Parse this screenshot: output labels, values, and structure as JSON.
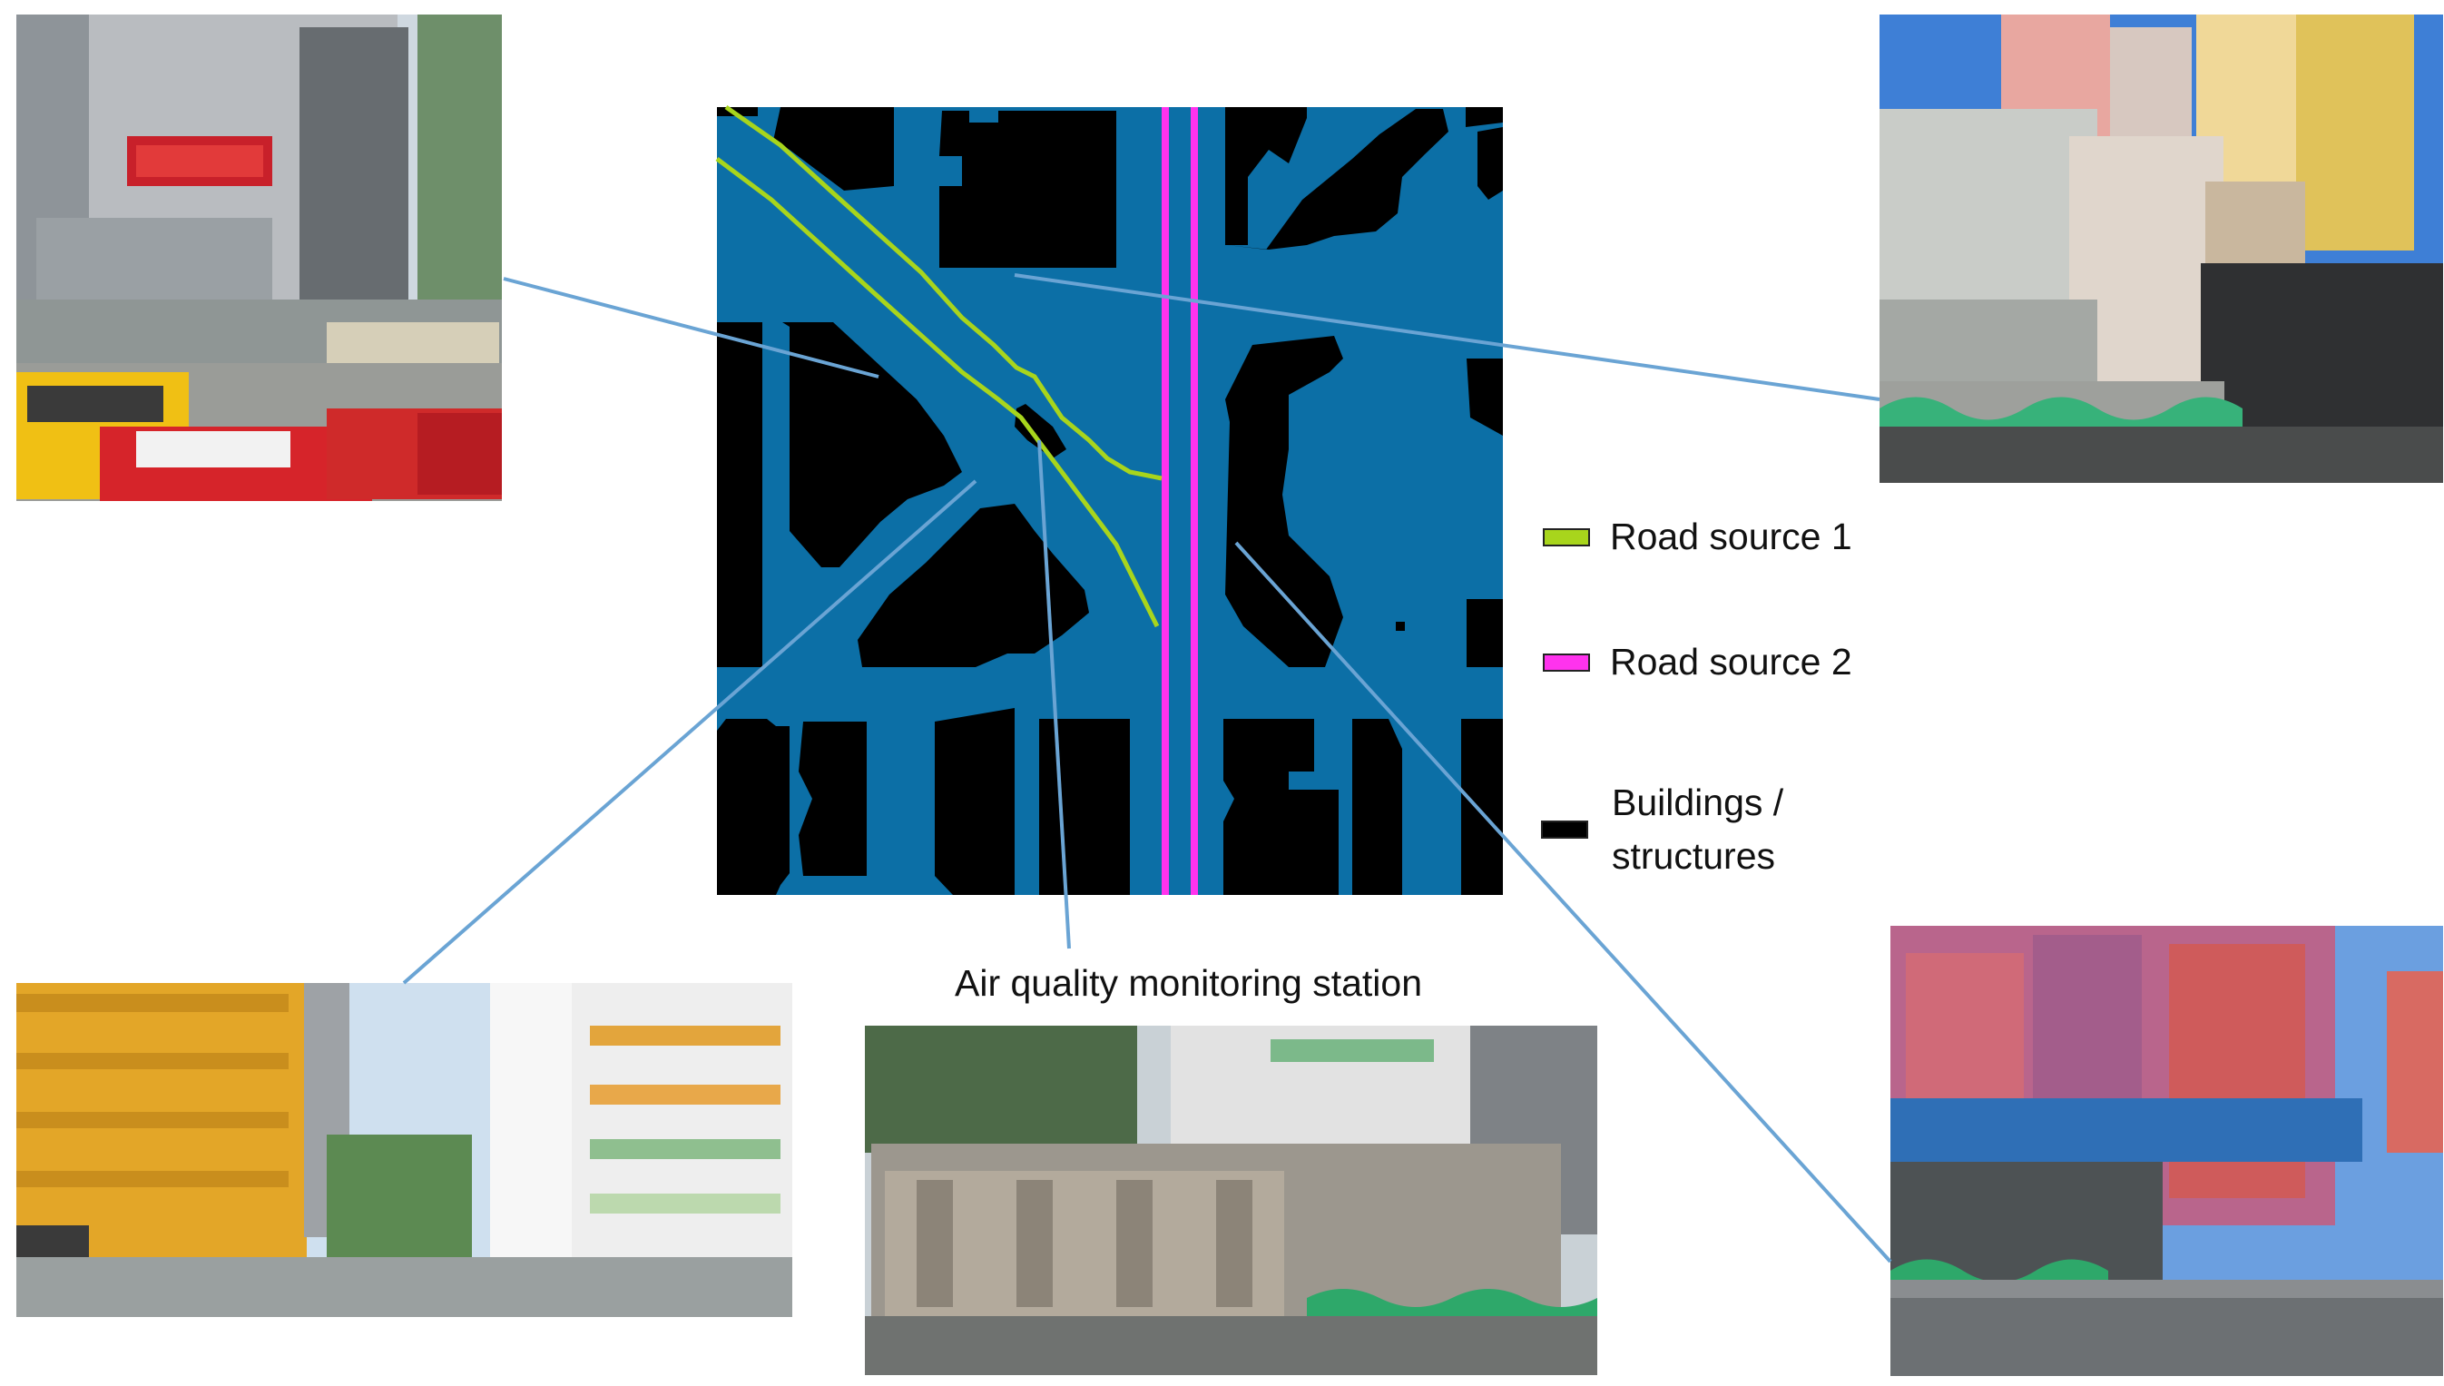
{
  "legend": {
    "road_source_1": {
      "label": "Road source 1",
      "color": "#a8d51c"
    },
    "road_source_2": {
      "label": "Road source 2",
      "color": "#ff33ee"
    },
    "buildings": {
      "label_line1": "Buildings /",
      "label_line2": "structures",
      "color": "#000000"
    }
  },
  "station_label": "Air quality monitoring station",
  "colors": {
    "open_space": "#0c6fa6",
    "leader_line": "#6aa4d4"
  },
  "photos": [
    {
      "name": "photo-top-left",
      "scene": "taxi stand with red taxis and yellow van",
      "sky": "#cfd8e0"
    },
    {
      "name": "photo-top-right",
      "scene": "old buildings above flyover barrier",
      "sky": "#3e7fd6"
    },
    {
      "name": "photo-bottom-left",
      "scene": "yellow residential block and school building",
      "sky": "#cfe0ef"
    },
    {
      "name": "photo-bottom-center",
      "scene": "air quality monitoring station on roadside",
      "sky": "#c9d1d6"
    },
    {
      "name": "photo-bottom-right",
      "scene": "glass tower and street with flyover",
      "sky": "#6b9fe0"
    }
  ]
}
